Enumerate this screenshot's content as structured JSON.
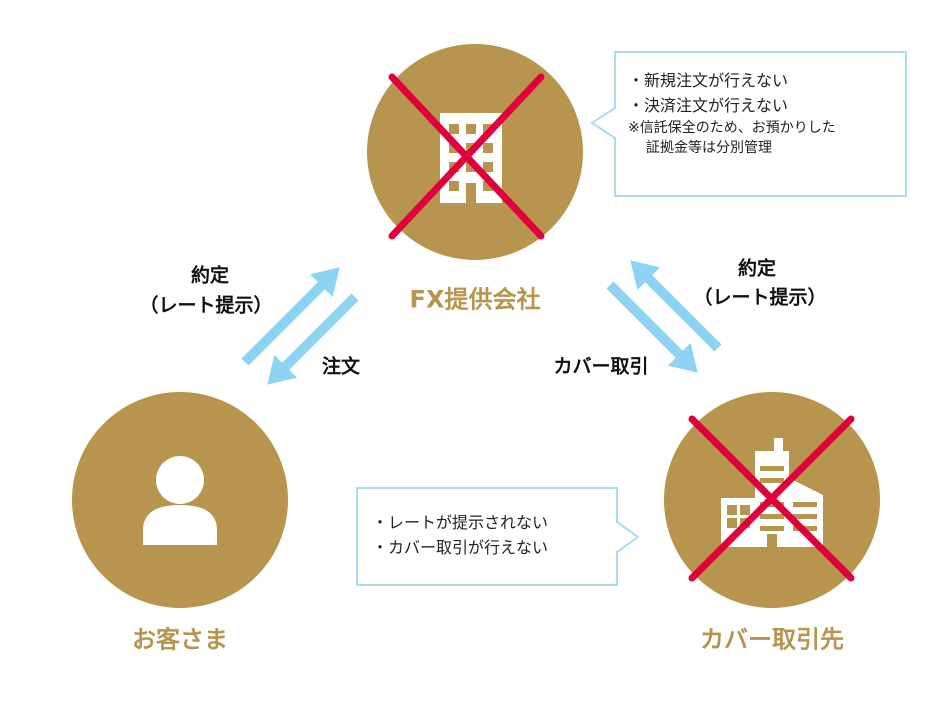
{
  "colors": {
    "gold": "#b8954f",
    "cross": "#e0003c",
    "arrow": "#8fd3f2",
    "bubble_border": "#a9dcf3"
  },
  "nodes": {
    "fx": {
      "name": "FX提供会社",
      "icon": "office-building-icon",
      "crossed": true
    },
    "customer": {
      "name": "お客さま",
      "icon": "person-icon",
      "crossed": false
    },
    "cover": {
      "name": "カバー取引先",
      "icon": "company-buildings-icon",
      "crossed": true
    }
  },
  "labels": {
    "left_contract": "約定",
    "left_rate": "（レート提示）",
    "order": "注文",
    "cover_trade": "カバー取引",
    "right_contract": "約定",
    "right_rate": "（レート提示）"
  },
  "bubbles": {
    "fx": {
      "items": [
        "・新規注文が行えない",
        "・決済注文が行えない"
      ],
      "note_line1": "※信託保全のため、お預かりした",
      "note_line2": "証拠金等は分別管理"
    },
    "cover": {
      "items": [
        "・レートが提示されない",
        "・カバー取引が行えない"
      ]
    }
  }
}
